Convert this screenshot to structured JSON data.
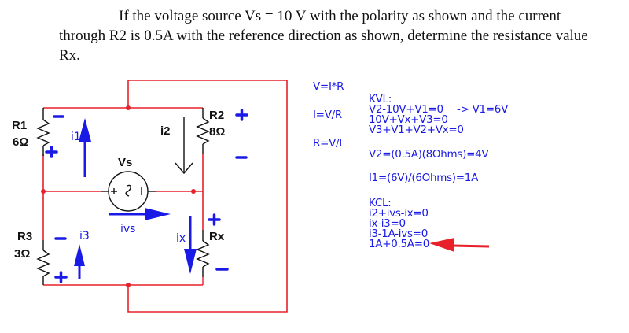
{
  "problem": {
    "line1": "If the voltage source Vs = 10 V with the polarity as shown and the current",
    "line2": "through R2 is 0.5A with the reference direction as shown, determine the resistance value",
    "line3": "Rx."
  },
  "circuit": {
    "r1": {
      "name": "R1",
      "value": "6Ω",
      "plus": "+",
      "minus": "−"
    },
    "r2": {
      "name": "R2",
      "value": "8Ω",
      "plus": "+",
      "minus": "−"
    },
    "r3": {
      "name": "R3",
      "value": "3Ω",
      "plus": "+",
      "minus": "−"
    },
    "rx": {
      "name": "Rx",
      "plus": "+",
      "minus": "−"
    },
    "vs": {
      "name": "Vs",
      "symbol": "+ ~ −"
    },
    "currents": {
      "i1": "i1",
      "i2": "i2",
      "i3": "i3",
      "ix": "ix",
      "ivs": "ivs"
    },
    "colors": {
      "wire": "#e8202a",
      "annotation": "#1a1ae6",
      "component": "#111111"
    }
  },
  "formulas": {
    "ohm": [
      "V=I*R",
      "I=V/R",
      "R=V/I"
    ]
  },
  "work": {
    "kvl_title": "KVL:",
    "kvl": [
      "V2-10V+V1=0",
      "10V+Vx+V3=0",
      "V3+V1+V2+Vx=0"
    ],
    "kvl_result": "-> V1=6V",
    "v2": "V2=(0.5A)(8Ohms)=4V",
    "i1": "I1=(6V)/(6Ohms)=1A",
    "kcl_title": "KCL:",
    "kcl": [
      "i2+ivs-ix=0",
      "ix-i3=0",
      "i3-1A-ivs=0",
      "1A+0.5A=0"
    ]
  }
}
